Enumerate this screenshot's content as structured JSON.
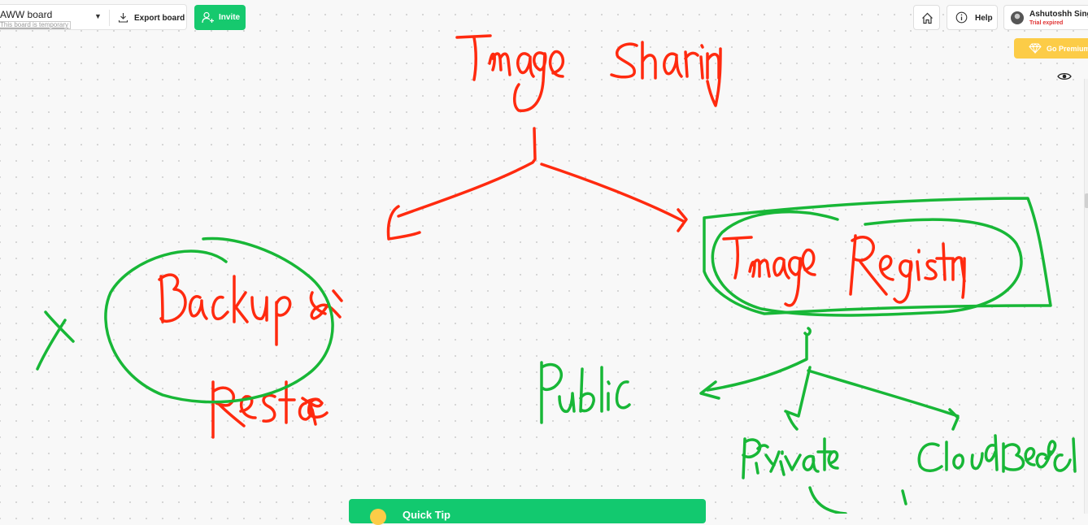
{
  "board": {
    "name": "AWW board",
    "subtitle": "This board is temporary"
  },
  "toolbar": {
    "export_label": "Export board",
    "invite_label": "Invite",
    "help_label": "Help"
  },
  "user": {
    "name": "Ashutoshh Singh",
    "status": "Trial expired"
  },
  "premium": {
    "label": "Go Premium"
  },
  "colors": {
    "brand_green": "#16c96e",
    "premium_yellow": "#fccc47",
    "ink_red": "#ff2a0f",
    "ink_green": "#18b737",
    "warning_red": "#e03131"
  },
  "icons": [
    "chevron-down-icon",
    "download-icon",
    "add-user-icon",
    "home-icon",
    "info-icon",
    "diamond-icon",
    "eye-icon"
  ],
  "toast": {
    "title": "Quick Tip"
  },
  "drawing": {
    "title_text": "Image Sharing",
    "left_note": "Backup & Restore",
    "right_box": "Image Registry",
    "branches": [
      "Public",
      "Private",
      "Cloud Based"
    ]
  }
}
